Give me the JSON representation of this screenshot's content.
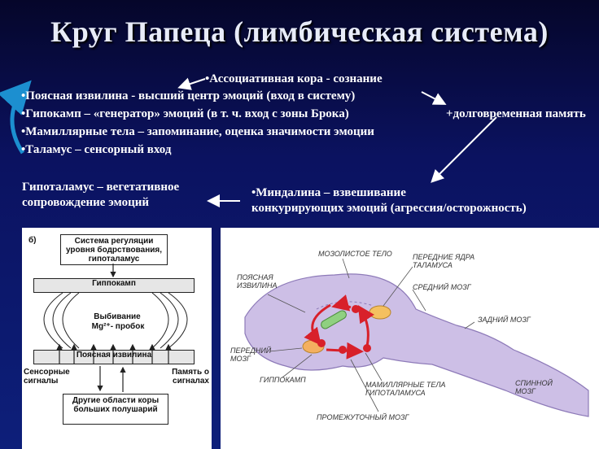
{
  "title": "Круг Папеца (лимбическая система)",
  "list": {
    "assoc": "•Ассоциативная кора - сознание",
    "items": [
      "•Поясная извилина - высший центр эмоций (вход в систему)",
      "•Гипокамп – «генератор» эмоций (в т. ч. вход с зоны Брока)",
      "•Мамиллярные тела – запоминание, оценка значимости эмоции",
      "•Таламус – сенсорный вход"
    ],
    "longterm": "+долговременная память"
  },
  "hypothalamus": {
    "line1": "Гипоталамус – вегетативное",
    "line2": "сопровождение эмоций"
  },
  "amygdala": {
    "line1": "•Миндалина – взвешивание",
    "line2": "конкурирующих эмоций (агрессия/осторожность)"
  },
  "left_diagram": {
    "label": "б)",
    "system_box": "Система регуляции уровня бодрствования, гипоталамус",
    "hippocampus": "Гиппокамп",
    "knockout_line1": "Выбивание",
    "knockout_line2": "Mg²⁺- пробок",
    "cingulate": "Поясная извилина",
    "sensory": "Сенсорные сигналы",
    "memory": "Память о сигналах",
    "other_box": "Другие области коры больших полушарий"
  },
  "right_diagram": {
    "corpus_callosum": "МОЗОЛИСТОЕ ТЕЛО",
    "anterior_nuclei": "ПЕРЕДНИЕ ЯДРА ТАЛАМУСА",
    "cingulate": "ПОЯСНАЯ ИЗВИЛИНА",
    "midbrain": "СРЕДНИЙ МОЗГ",
    "hindbrain": "ЗАДНИЙ МОЗГ",
    "forebrain": "ПЕРЕДНИЙ МОЗГ",
    "hippocampus": "ГИППОКАМП",
    "mammillary": "МАМИЛЛЯРНЫЕ ТЕЛА ГИПОТАЛАМУСА",
    "spinal": "СПИННОЙ МОЗГ",
    "diencephalon": "ПРОМЕЖУТОЧНЫЙ МОЗГ"
  },
  "colors": {
    "background": "#0b1260",
    "arrow_red": "#d8202a",
    "brain_fill": "#cdbfe6"
  }
}
